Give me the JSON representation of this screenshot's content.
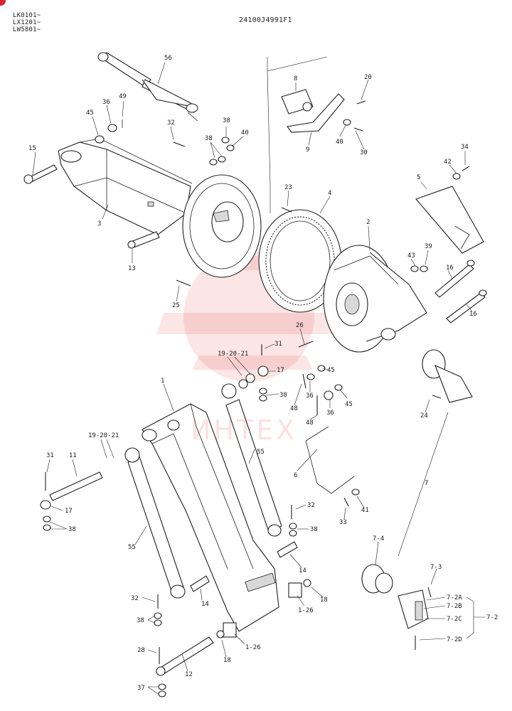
{
  "header": {
    "serials": [
      "LK0101~",
      "LX1201~",
      "LW5801~"
    ],
    "doc_number": "24100J4991F1"
  },
  "watermark": {
    "text": "ИНТЕХ",
    "color": "#e02828"
  },
  "colors": {
    "ink": "#1f1f1f",
    "accent": "#d9252e"
  },
  "callouts": [
    {
      "id": "c56a",
      "text": "56"
    },
    {
      "id": "c49",
      "text": "49"
    },
    {
      "id": "c36a",
      "text": "36"
    },
    {
      "id": "c45a",
      "text": "45"
    },
    {
      "id": "c32a",
      "text": "32"
    },
    {
      "id": "c38a",
      "text": "38"
    },
    {
      "id": "c38b",
      "text": "38"
    },
    {
      "id": "c40a",
      "text": "40"
    },
    {
      "id": "c15",
      "text": "15"
    },
    {
      "id": "c3",
      "text": "3"
    },
    {
      "id": "c13",
      "text": "13"
    },
    {
      "id": "c25",
      "text": "25"
    },
    {
      "id": "c8",
      "text": "8"
    },
    {
      "id": "c9",
      "text": "9"
    },
    {
      "id": "c20",
      "text": "20"
    },
    {
      "id": "c40b",
      "text": "40"
    },
    {
      "id": "c30",
      "text": "30"
    },
    {
      "id": "c23",
      "text": "23"
    },
    {
      "id": "c4",
      "text": "4"
    },
    {
      "id": "c34",
      "text": "34"
    },
    {
      "id": "c42",
      "text": "42"
    },
    {
      "id": "c5",
      "text": "5"
    },
    {
      "id": "c2",
      "text": "2"
    },
    {
      "id": "c43",
      "text": "43"
    },
    {
      "id": "c39",
      "text": "39"
    },
    {
      "id": "c16a",
      "text": "16"
    },
    {
      "id": "c16b",
      "text": "16"
    },
    {
      "id": "c26",
      "text": "26"
    },
    {
      "id": "c31a",
      "text": "31"
    },
    {
      "id": "c192021a",
      "text": "19-20-21"
    },
    {
      "id": "c17a",
      "text": "17"
    },
    {
      "id": "c38c",
      "text": "38"
    },
    {
      "id": "c45b",
      "text": "45"
    },
    {
      "id": "c36b",
      "text": "36"
    },
    {
      "id": "c36c",
      "text": "36"
    },
    {
      "id": "c45c",
      "text": "45"
    },
    {
      "id": "c48a",
      "text": "48"
    },
    {
      "id": "c48b",
      "text": "48"
    },
    {
      "id": "c24",
      "text": "24"
    },
    {
      "id": "c7",
      "text": "7"
    },
    {
      "id": "c1",
      "text": "1"
    },
    {
      "id": "c55a",
      "text": "55"
    },
    {
      "id": "c6",
      "text": "6"
    },
    {
      "id": "c192021b",
      "text": "19-20-21"
    },
    {
      "id": "c31b",
      "text": "31"
    },
    {
      "id": "c11",
      "text": "11"
    },
    {
      "id": "c17b",
      "text": "17"
    },
    {
      "id": "c38d",
      "text": "38"
    },
    {
      "id": "c41",
      "text": "41"
    },
    {
      "id": "c33",
      "text": "33"
    },
    {
      "id": "c32b",
      "text": "32"
    },
    {
      "id": "c38e",
      "text": "38"
    },
    {
      "id": "c55b",
      "text": "55"
    },
    {
      "id": "c14a",
      "text": "14"
    },
    {
      "id": "c74",
      "text": "7-4"
    },
    {
      "id": "c73",
      "text": "7-3"
    },
    {
      "id": "c18a",
      "text": "18"
    },
    {
      "id": "c126a",
      "text": "1-26"
    },
    {
      "id": "c72a",
      "text": "7-2A"
    },
    {
      "id": "c72b",
      "text": "7-2B"
    },
    {
      "id": "c72c",
      "text": "7-2C"
    },
    {
      "id": "c72",
      "text": "7-2"
    },
    {
      "id": "c72d",
      "text": "7-2D"
    },
    {
      "id": "c32c",
      "text": "32"
    },
    {
      "id": "c14b",
      "text": "14"
    },
    {
      "id": "c38f",
      "text": "38"
    },
    {
      "id": "c126b",
      "text": "1-26"
    },
    {
      "id": "c28",
      "text": "28"
    },
    {
      "id": "c18b",
      "text": "18"
    },
    {
      "id": "c12",
      "text": "12"
    },
    {
      "id": "c37",
      "text": "37"
    }
  ]
}
